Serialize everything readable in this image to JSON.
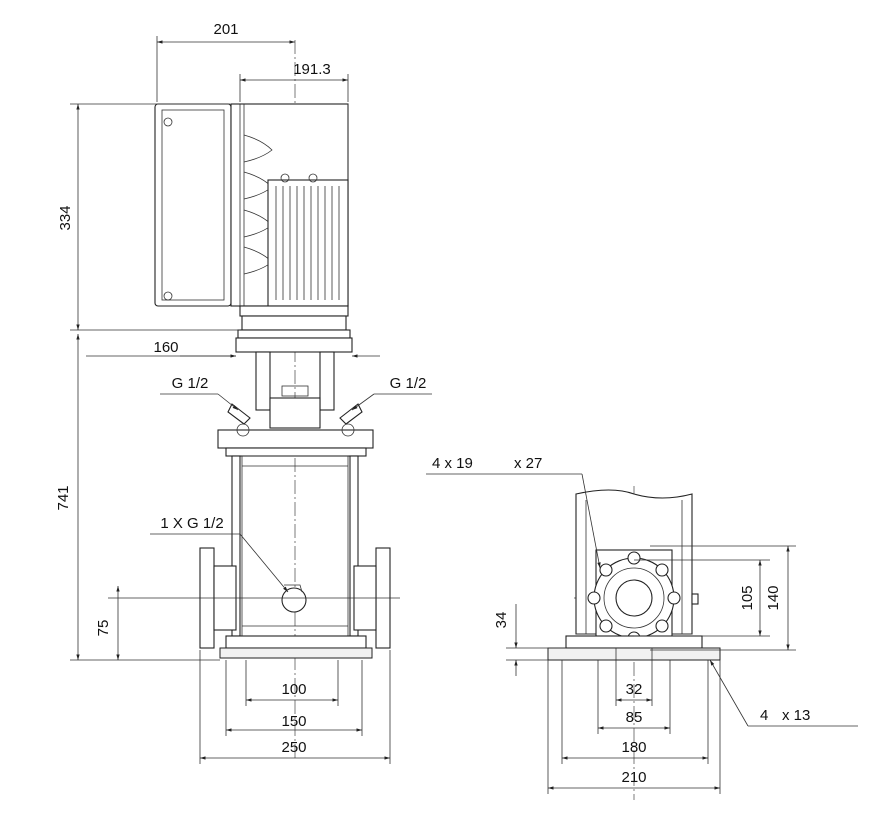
{
  "diagram": {
    "front_view": {
      "width_top": "201",
      "motor_width": "191.3",
      "motor_height": "334",
      "coupling_width": "160",
      "vent_left": "G 1/2",
      "vent_right": "G 1/2",
      "pump_height": "741",
      "drain": "1 X G 1/2",
      "port_height": "75",
      "base_100": "100",
      "base_150": "150",
      "base_250": "250"
    },
    "side_view": {
      "flange_holes": "4 x 19",
      "flange_holes_extra": "x 27",
      "height_34": "34",
      "pcd_105": "105",
      "flange_140": "140",
      "bore_32": "32",
      "bolt_85": "85",
      "foot_180": "180",
      "foot_210": "210",
      "foot_holes": "4",
      "foot_holes_extra": "x 13"
    }
  }
}
